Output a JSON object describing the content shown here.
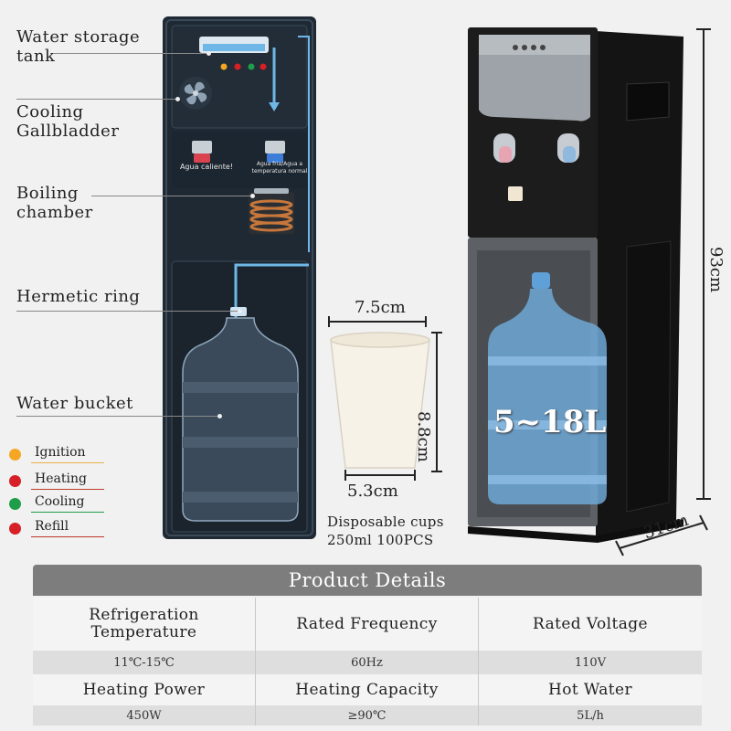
{
  "diagram": {
    "callouts": {
      "storage_tank": "Water storage\ntank",
      "cooling": "Cooling\nGallbladder",
      "boiling": "Boiling\nchamber",
      "hermetic": "Hermetic ring",
      "bucket": "Water bucket"
    },
    "tap_labels": {
      "hot": "Agua caliente!",
      "cold": "Agua fria/Agua a temperatura normal"
    }
  },
  "legend": [
    {
      "label": "Ignition",
      "color": "#f5a623"
    },
    {
      "label": "Heating",
      "color": "#d61f26"
    },
    {
      "label": "Cooling",
      "color": "#1e9e48"
    },
    {
      "label": "Refill",
      "color": "#d61f26"
    }
  ],
  "cup": {
    "top_width": "7.5cm",
    "height": "8.8cm",
    "bottom_width": "5.3cm",
    "caption_line1": "Disposable cups",
    "caption_line2": "250ml 100PCS"
  },
  "dispenser": {
    "height": "93cm",
    "depth": "31cm",
    "capacity": "5~18L"
  },
  "table": {
    "title": "Product Details",
    "rows": [
      {
        "keys": [
          "Refrigeration\nTemperature",
          "Rated Frequency",
          "Rated Voltage"
        ],
        "values": [
          "11℃-15℃",
          "60Hz",
          "110V"
        ]
      },
      {
        "keys": [
          "Heating Power",
          "Heating Capacity",
          "Hot Water"
        ],
        "values": [
          "450W",
          "≥90℃",
          "5L/h"
        ]
      }
    ]
  }
}
